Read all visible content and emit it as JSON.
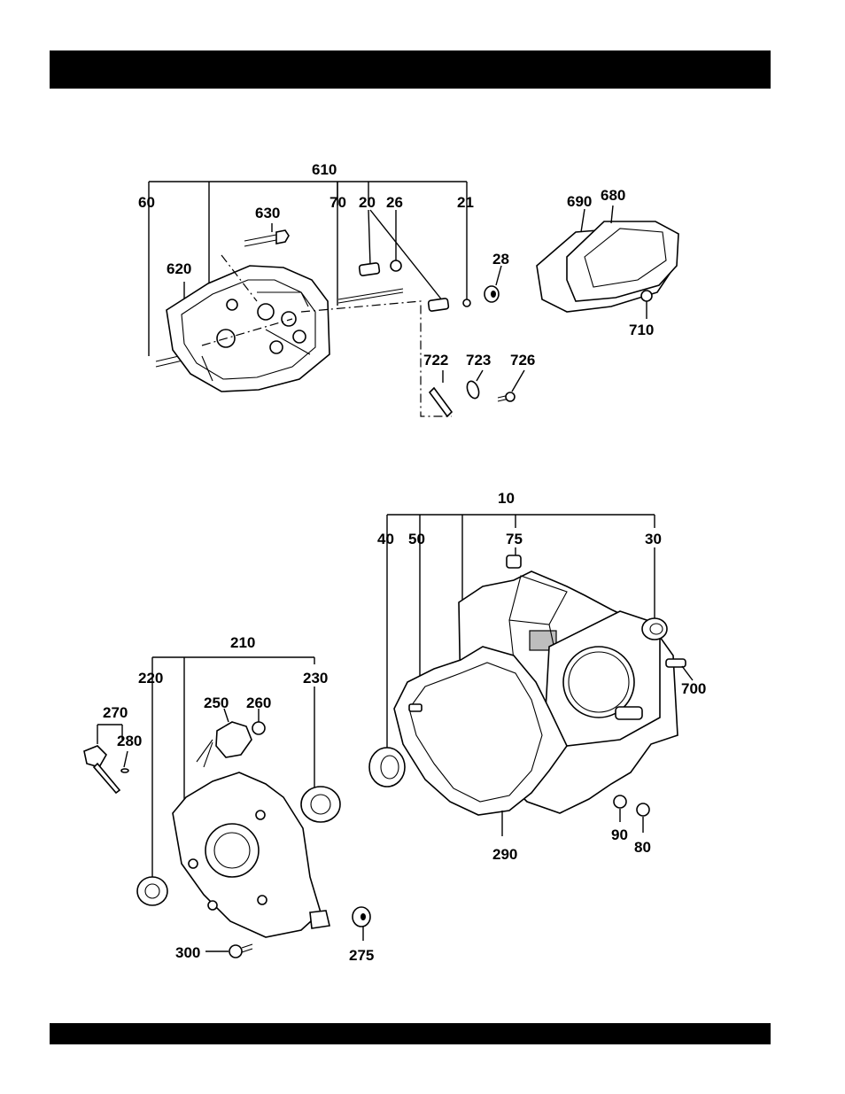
{
  "header_bar": {
    "color": "#000000"
  },
  "footer_bar": {
    "color": "#000000"
  },
  "labels": {
    "l610": "610",
    "l60": "60",
    "l70": "70",
    "l20": "20",
    "l26": "26",
    "l21": "21",
    "l630": "630",
    "l620": "620",
    "l28": "28",
    "l690": "690",
    "l680": "680",
    "l710": "710",
    "l722": "722",
    "l723": "723",
    "l726": "726",
    "l10": "10",
    "l40": "40",
    "l50": "50",
    "l75": "75",
    "l30": "30",
    "l700": "700",
    "l90": "90",
    "l80": "80",
    "l290": "290",
    "l210": "210",
    "l220": "220",
    "l230": "230",
    "l250": "250",
    "l260": "260",
    "l270": "270",
    "l280": "280",
    "l300": "300",
    "l275": "275"
  }
}
